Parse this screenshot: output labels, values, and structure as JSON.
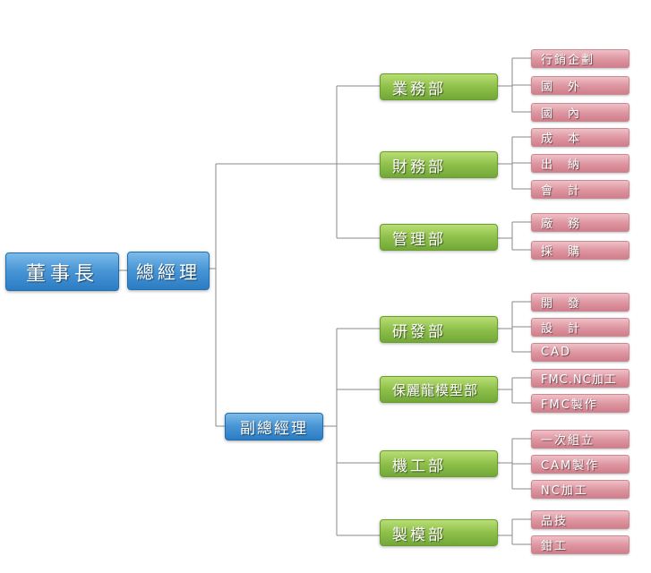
{
  "chairman": "董事長",
  "gm": "總經理",
  "vgm": "副總經理",
  "gm_departments": [
    {
      "name": "業務部",
      "units": [
        "行銷企劃",
        "國　外",
        "國　內"
      ]
    },
    {
      "name": "財務部",
      "units": [
        "成　本",
        "出　納",
        "會　計"
      ]
    },
    {
      "name": "管理部",
      "units": [
        "廠　務",
        "採　購"
      ]
    }
  ],
  "vgm_departments": [
    {
      "name": "研發部",
      "units": [
        "開　發",
        "設　計",
        "CAD"
      ]
    },
    {
      "name": "保麗龍模型部",
      "units": [
        "FMC.NC加工",
        "FMC製作"
      ]
    },
    {
      "name": "機工部",
      "units": [
        "一次組立",
        "CAM製作",
        "NC加工"
      ]
    },
    {
      "name": "製模部",
      "units": [
        "品技",
        "鉗工"
      ]
    }
  ],
  "colors": {
    "line": "#8a8a8a",
    "blue": "#2b7cc4",
    "green": "#8ec049",
    "pink": "#dd949f"
  }
}
